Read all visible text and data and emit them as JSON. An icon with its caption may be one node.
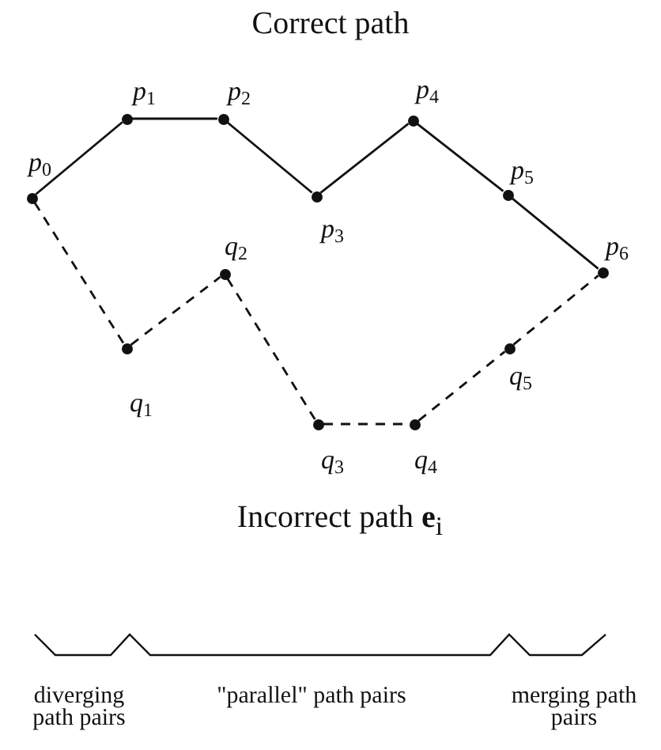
{
  "diagram": {
    "title": "Correct path",
    "nodes": [
      {
        "text": [
          "p$_{0}$"
        ]
      },
      {
        "text": [
          "p$_{1}$"
        ]
      },
      {
        "text": [
          "p$_{2}$"
        ]
      },
      {
        "text": [
          "p$_{3}$"
        ]
      },
      {
        "text": [
          "p$_{4}$"
        ]
      },
      {
        "text": [
          "p$_{5}$"
        ]
      },
      {
        "text": [
          "p$_{6}$"
        ]
      },
      {
        "text": [
          "q$_{1}$"
        ]
      },
      {
        "text": [
          "q$_{2}$"
        ]
      },
      {
        "text": [
          "q$_{3}$"
        ]
      },
      {
        "text": [
          "q$_{4}$"
        ]
      },
      {
        "text": [
          "q$_{5}$"
        ]
      }
    ],
    "edges": [
      {
        "from": 0,
        "to": 1,
        "arrow": "none"
      },
      {
        "from": 1,
        "to": 2,
        "arrow": "none"
      },
      {
        "from": 2,
        "to": 3,
        "arrow": "none"
      },
      {
        "from": 3,
        "to": 4,
        "arrow": "none"
      },
      {
        "from": 4,
        "to": 5,
        "arrow": "none"
      },
      {
        "from": 5,
        "to": 6,
        "arrow": "none"
      },
      {
        "from": 0,
        "to": 7,
        "arrow": "none",
        "style": "dashed"
      },
      {
        "from": 7,
        "to": 8,
        "arrow": "none",
        "style": "dashed"
      },
      {
        "from": 8,
        "to": 9,
        "arrow": "none",
        "style": "dashed"
      },
      {
        "from": 9,
        "to": 10,
        "arrow": "none",
        "style": "dashed"
      },
      {
        "from": 10,
        "to": 11,
        "arrow": "none",
        "style": "dashed"
      },
      {
        "from": 11,
        "to": 6,
        "arrow": "none",
        "style": "dashed"
      }
    ],
    "labels": [
      "Incorrect path **e**$_{i}$",
      "diverging path pairs",
      "\"parallel\" path pairs",
      "merging path pairs"
    ]
  }
}
